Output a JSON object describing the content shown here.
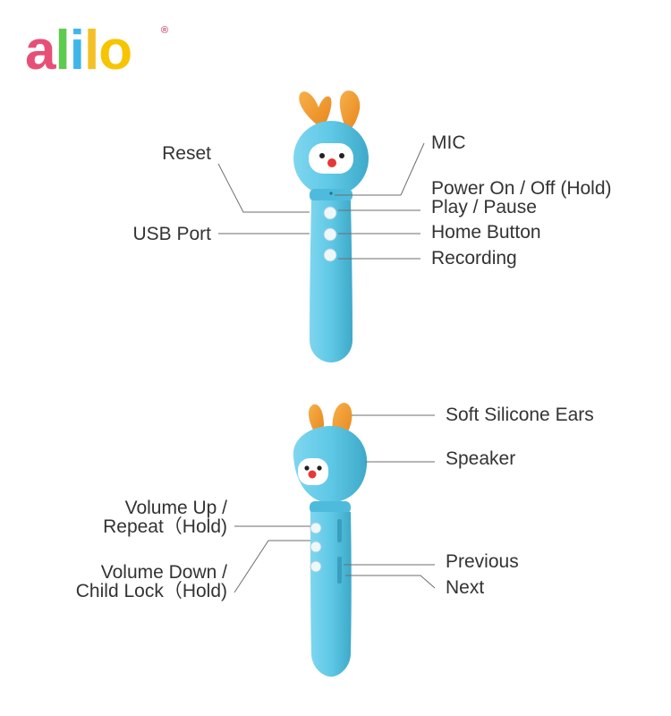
{
  "brand": {
    "letters": [
      "a",
      "l",
      "i",
      "l",
      "o"
    ],
    "letter_colors": [
      "#e84f77",
      "#5ecb4e",
      "#3fb6e8",
      "#f5c026",
      "#f7c400"
    ],
    "registered_mark": "®"
  },
  "colors": {
    "pen_body": "#5ec8e6",
    "pen_shade": "#3fa9c9",
    "ears": "#f49b2a",
    "line": "#6e6e6e",
    "text": "#333333"
  },
  "top_pen": {
    "labels_left": {
      "reset": "Reset",
      "usb_port": "USB Port"
    },
    "labels_right": {
      "mic": "MIC",
      "power": "Power On / Off (Hold)",
      "play_pause": "Play / Pause",
      "home_button": "Home Button",
      "recording": "Recording"
    }
  },
  "bottom_pen": {
    "labels_left": {
      "volume_up_line1": "Volume Up /",
      "volume_up_line2": "Repeat（Hold)",
      "volume_down_line1": "Volume Down /",
      "volume_down_line2": "Child Lock（Hold)"
    },
    "labels_right": {
      "ears": "Soft Silicone Ears",
      "speaker": "Speaker",
      "previous": "Previous",
      "next": "Next"
    }
  }
}
